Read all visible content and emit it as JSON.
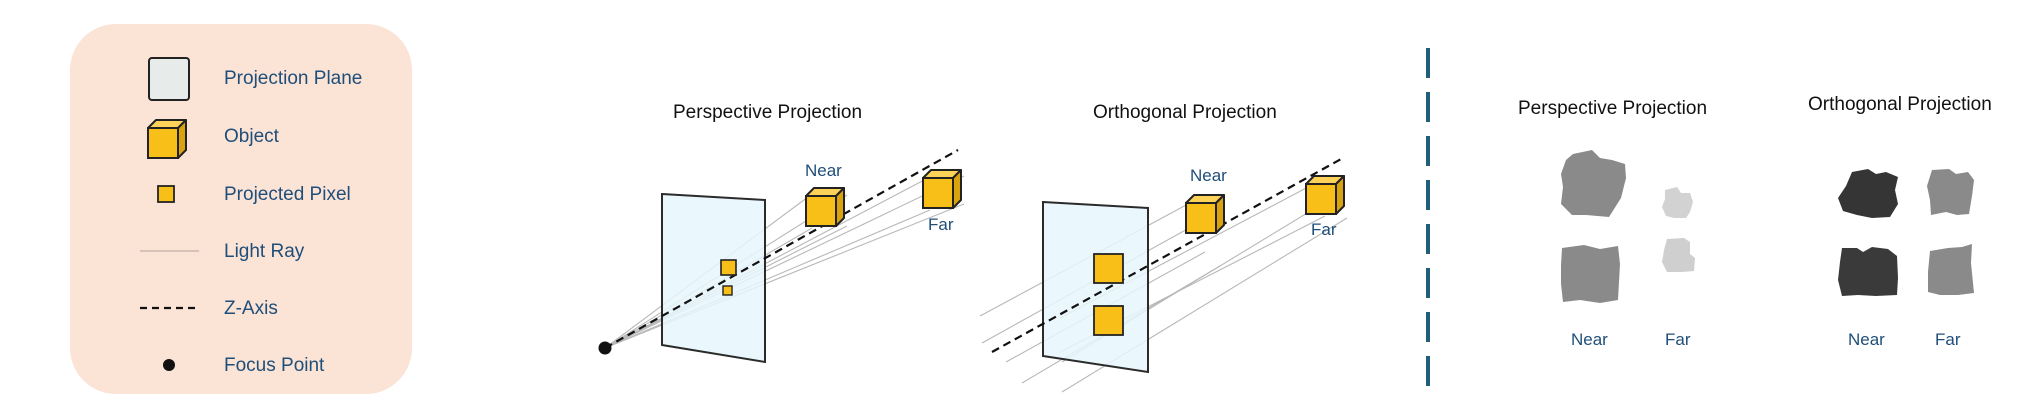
{
  "legend": {
    "items": [
      {
        "label": "Projection Plane",
        "icon": "projection-plane-icon"
      },
      {
        "label": "Object",
        "icon": "cube-icon"
      },
      {
        "label": "Projected Pixel",
        "icon": "pixel-square-icon"
      },
      {
        "label": "Light Ray",
        "icon": "light-ray-line-icon"
      },
      {
        "label": "Z-Axis",
        "icon": "dashed-line-icon"
      },
      {
        "label": "Focus Point",
        "icon": "dot-icon"
      }
    ]
  },
  "panels": {
    "perspective": {
      "title": "Perspective Projection",
      "near": "Near",
      "far": "Far"
    },
    "orthogonal": {
      "title": "Orthogonal Projection",
      "near": "Near",
      "far": "Far"
    }
  },
  "results": {
    "perspective": {
      "title": "Perspective Projection",
      "near": "Near",
      "far": "Far"
    },
    "orthogonal": {
      "title": "Orthogonal Projection",
      "near": "Near",
      "far": "Far"
    }
  },
  "colors": {
    "legend_bg": "#fbe3d6",
    "plane_fill": "#e6f6fb",
    "plane_stroke": "#2b2b2b",
    "cube_front": "#f7bf17",
    "cube_top": "#fcd259",
    "cube_side": "#d9a310",
    "label_blue": "#1f4e79",
    "divider": "#1f5f7a"
  }
}
